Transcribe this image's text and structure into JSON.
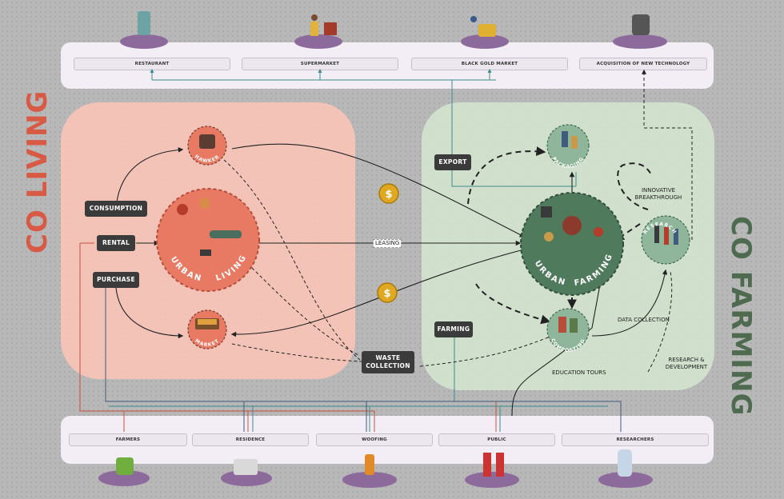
{
  "side_titles": {
    "left": "CO LIVING",
    "right": "CO FARMING"
  },
  "top_destinations": [
    "RESTAURANT",
    "SUPERMARKET",
    "BLACK GOLD MARKET",
    "ACQUISITION OF NEW TECHNOLOGY"
  ],
  "bottom_stakeholders": [
    "FARMERS",
    "RESIDENCE",
    "WOOFING",
    "PUBLIC",
    "RESEARCHERS"
  ],
  "living_actions": {
    "consumption": "CONSUMPTION",
    "rental": "RENTAL",
    "purchase": "PURCHASE"
  },
  "farming_actions": {
    "export": "EXPORT",
    "farming": "FARMING"
  },
  "waste": {
    "line1": "WASTE",
    "line2": "COLLECTION"
  },
  "nodes": {
    "hawker": "HAWKER",
    "market": "MARKET",
    "urban_living_1": "URBAN",
    "urban_living_2": "LIVING",
    "urban_farming_1": "URBAN",
    "urban_farming_2": "FARMING",
    "packaging": "PACKAGING",
    "composting": "COMPOSTING",
    "research": "RESEARCH"
  },
  "flow_labels": {
    "leasing": "LEASING",
    "innovative_1": "INNOVATIVE",
    "innovative_2": "BREAKTHROUGH",
    "data_collection": "DATA COLLECTION",
    "education_tours": "EDUCATION TOURS",
    "rnd_1": "RESEARCH &",
    "rnd_2": "DEVELOPMENT"
  },
  "coin_symbol": "$",
  "colors": {
    "living_zone": "#f7c3b6",
    "living_circle": "#e87a63",
    "farming_zone": "#d3e3cd",
    "farming_circle": "#4f7a5c",
    "title_living": "#d85a45",
    "title_farming": "#4f6b4f",
    "tag": "#3b3b3b",
    "coin": "#e0a820",
    "line_red": "#c6523e",
    "line_teal": "#3a8d8c",
    "line_navy": "#3f5b7e"
  }
}
